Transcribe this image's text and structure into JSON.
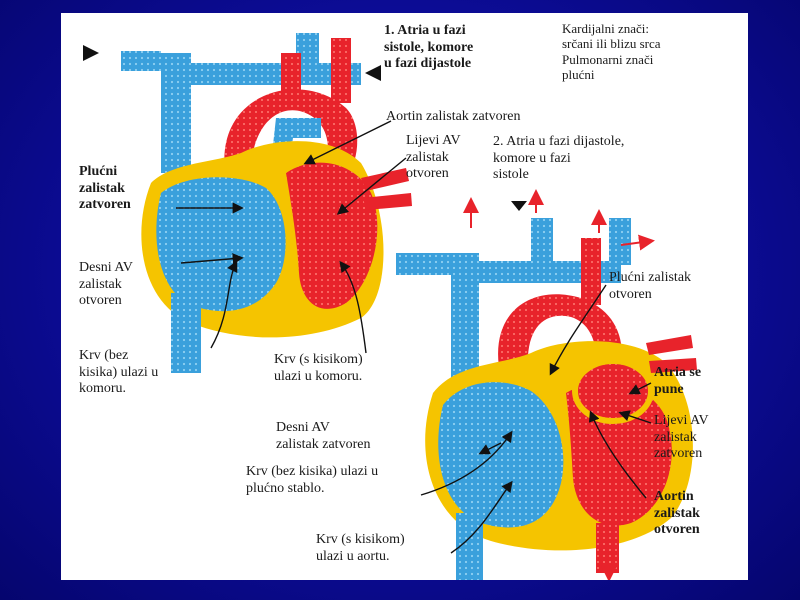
{
  "colors": {
    "slide_background": "#0a0a8c",
    "oxygenated_blood": "#e8232b",
    "deoxygenated_blood": "#3aa0dc",
    "heart_wall": "#f5c400"
  },
  "header": {
    "phase1_title": "1. Atria u fazi\nsistole, komore\nu fazi dijastole",
    "definitions": "Kardijalni znači:\nsrčani ili blizu srca\nPulmonarni znači\nplućni"
  },
  "heart1": {
    "aortic_valve": "Aortin zalistak zatvoren",
    "left_av_valve": "Lijevi AV\nzalistak\notvoren",
    "pulmonary_valve": "Plućni\nzalistak\nzatvoren",
    "right_av_valve": "Desni AV\nzalistak\notvoren",
    "blood_in_low_o2": "Krv (bez\nkisika) ulazi u\nkomoru.",
    "blood_in_o2": "Krv (s kisikom)\nulazi u komoru."
  },
  "heart2": {
    "phase2_title": "2. Atria u fazi dijastole,\nkomore u fazi\nsistole",
    "pulmonary_valve": "Plućni zalistak\notvoren",
    "atria_fill": "Atria se\npune",
    "left_av_valve": "Lijevi AV\nzalistak\nzatvoren",
    "right_av_valve": "Desni AV\nzalistak zatvoren",
    "blood_to_pulm": "Krv (bez kisika) ulazi u\nplućno stablo.",
    "aortic_valve": "Aortin\nzalistak\notvoren",
    "blood_to_aorta": "Krv (s kisikom)\nulazi u aortu."
  }
}
